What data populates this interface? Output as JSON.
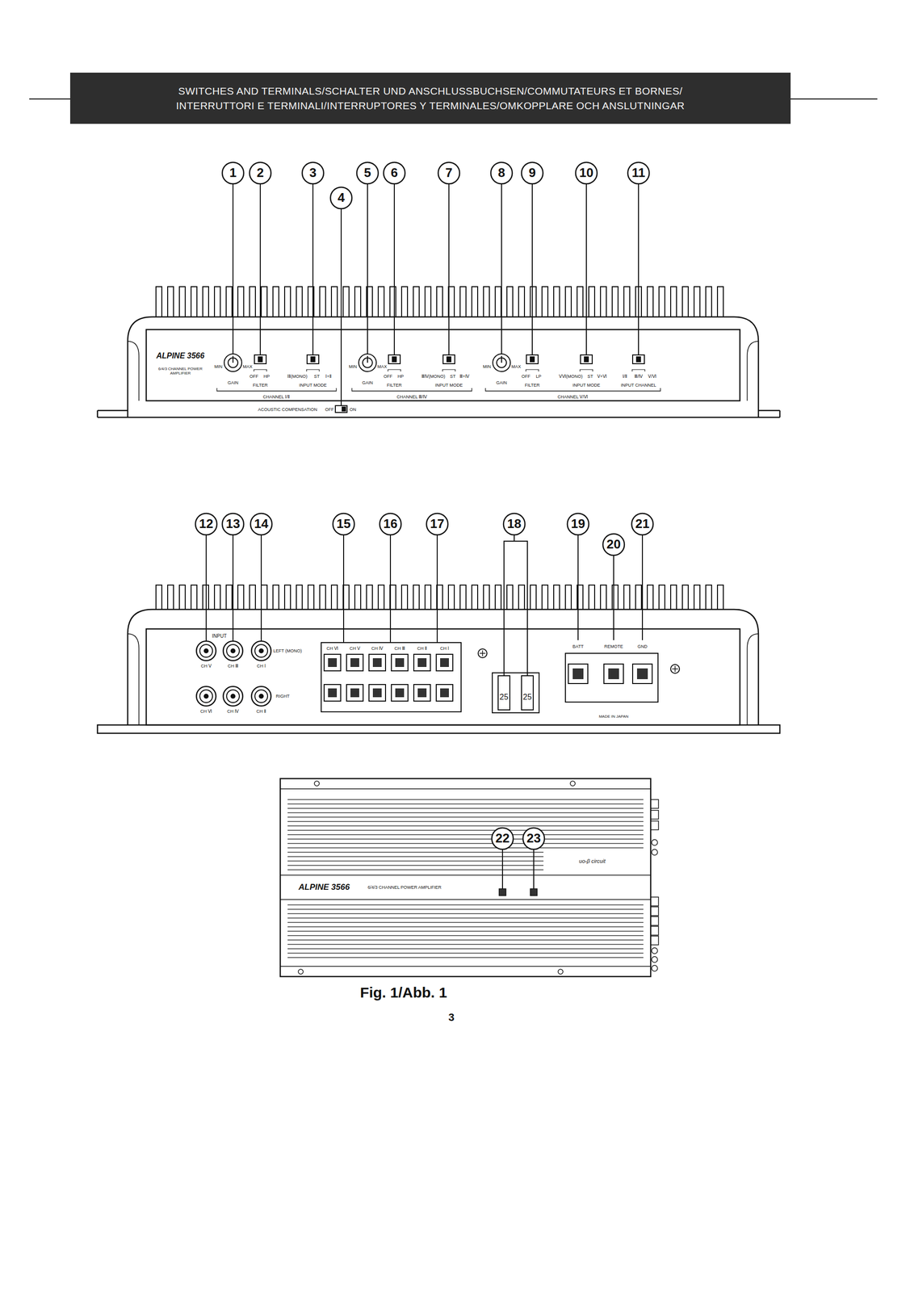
{
  "diagram": {
    "title": "SWITCHES AND TERMINALS/SCHALTER UND ANSCHLUSSBUCHSEN/COMMUTATEURS ET BORNES/ INTERRUTTORI E TERMINALI/INTERRUPTORES Y TERMINALES/OMKOPPLARE OCH ANSLUTNINGAR",
    "caption": "Fig. 1/Abb. 1",
    "labels": [
      "1",
      "2",
      "3",
      "4",
      "5",
      "6",
      "7",
      "8",
      "9",
      "10",
      "11",
      "ALPINE 3566",
      "6/4/3 CHANNEL POWER AMPLIFIER",
      "MIN",
      "MAX",
      "GAIN",
      "OFF",
      "HP",
      "FILTER",
      "ⅠⅡ(MONO)",
      "ST",
      "Ⅰ+Ⅱ",
      "INPUT MODE",
      "CHANNEL Ⅰ/Ⅱ",
      "MIN",
      "MAX",
      "GAIN",
      "OFF",
      "HP",
      "FILTER",
      "ⅢⅣ(MONO)",
      "ST",
      "Ⅲ+Ⅳ",
      "INPUT MODE",
      "CHANNEL Ⅲ/Ⅳ",
      "MIN",
      "MAX",
      "GAIN",
      "OFF",
      "LP",
      "FILTER",
      "ⅤⅥ(MONO)",
      "ST",
      "Ⅴ+Ⅵ",
      "INPUT MODE",
      "Ⅰ/Ⅱ",
      "Ⅲ/Ⅳ",
      "Ⅴ/Ⅵ",
      "INPUT CHANNEL",
      "CHANNEL Ⅴ/Ⅵ",
      "ACOUSTIC COMPENSATION",
      "OFF",
      "ON",
      "12",
      "13",
      "14",
      "15",
      "16",
      "17",
      "18",
      "19",
      "20",
      "21",
      "INPUT",
      "CH Ⅴ",
      "CH Ⅲ",
      "CH Ⅰ",
      "CH Ⅵ",
      "CH Ⅳ",
      "CH Ⅱ",
      "LEFT (MONO)",
      "RIGHT",
      "CH Ⅵ",
      "CH Ⅴ",
      "CH Ⅳ",
      "CH Ⅲ",
      "CH Ⅱ",
      "CH Ⅰ",
      "25",
      "25",
      "BATT",
      "REMOTE",
      "GND",
      "MADE IN JAPAN",
      "22",
      "23",
      "ALPINE 3566",
      "6/4/3 CHANNEL POWER AMPLIFIER",
      "uo-β circuit",
      "3"
    ]
  }
}
